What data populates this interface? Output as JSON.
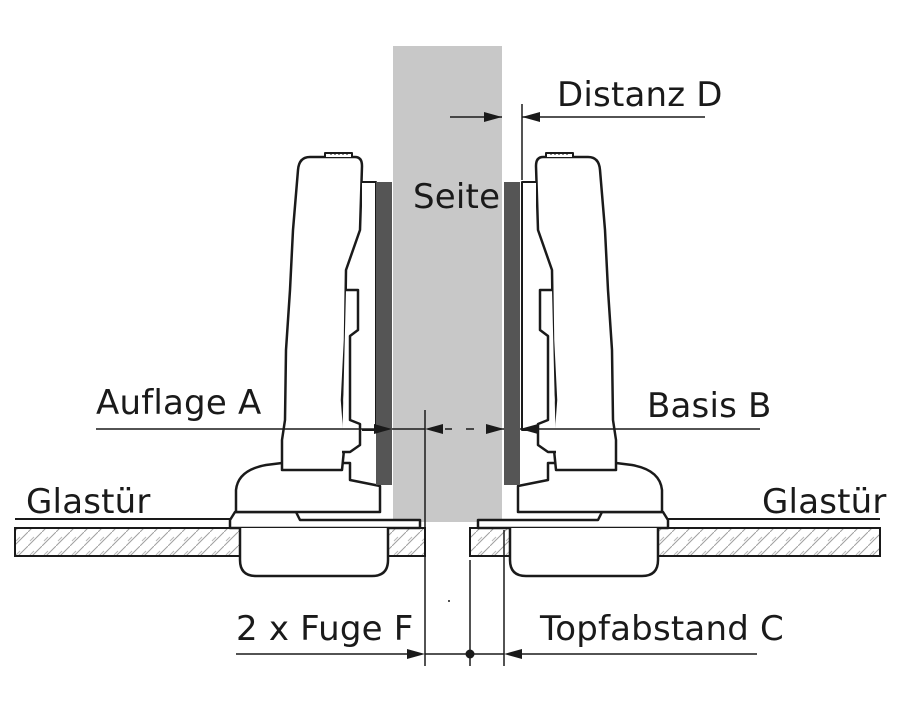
{
  "labels": {
    "side": "Seite",
    "distance": "Distanz D",
    "overlay": "Auflage A",
    "base": "Basis B",
    "glass_door_left": "Glastür",
    "glass_door_right": "Glastür",
    "joint": "2 x Fuge F",
    "cup_distance": "Topfabstand C"
  },
  "colors": {
    "panel": "#c8c8c8",
    "strip": "#555555",
    "line": "#1a1a1a",
    "hatch": "#9a9a9a",
    "background": "#ffffff"
  }
}
